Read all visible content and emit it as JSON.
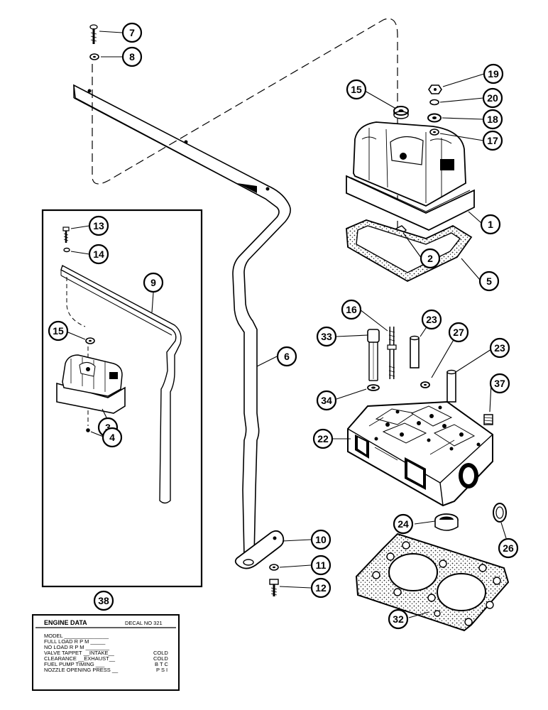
{
  "callouts": [
    {
      "id": "c7",
      "label": "7"
    },
    {
      "id": "c8",
      "label": "8"
    },
    {
      "id": "c19",
      "label": "19"
    },
    {
      "id": "c20",
      "label": "20"
    },
    {
      "id": "c15a",
      "label": "15"
    },
    {
      "id": "c18",
      "label": "18"
    },
    {
      "id": "c17",
      "label": "17"
    },
    {
      "id": "c1",
      "label": "1"
    },
    {
      "id": "c2",
      "label": "2"
    },
    {
      "id": "c5",
      "label": "5"
    },
    {
      "id": "c13",
      "label": "13"
    },
    {
      "id": "c14",
      "label": "14"
    },
    {
      "id": "c9",
      "label": "9"
    },
    {
      "id": "c15b",
      "label": "15"
    },
    {
      "id": "c3",
      "label": "3"
    },
    {
      "id": "c4",
      "label": "4"
    },
    {
      "id": "c6",
      "label": "6"
    },
    {
      "id": "c16",
      "label": "16"
    },
    {
      "id": "c23a",
      "label": "23"
    },
    {
      "id": "c33",
      "label": "33"
    },
    {
      "id": "c27",
      "label": "27"
    },
    {
      "id": "c23b",
      "label": "23"
    },
    {
      "id": "c37",
      "label": "37"
    },
    {
      "id": "c34",
      "label": "34"
    },
    {
      "id": "c22",
      "label": "22"
    },
    {
      "id": "c24",
      "label": "24"
    },
    {
      "id": "c26",
      "label": "26"
    },
    {
      "id": "c10",
      "label": "10"
    },
    {
      "id": "c11",
      "label": "11"
    },
    {
      "id": "c12",
      "label": "12"
    },
    {
      "id": "c32",
      "label": "32"
    },
    {
      "id": "c38",
      "label": "38"
    }
  ],
  "decal": {
    "title": "ENGINE DATA",
    "decal_no": "DECAL NO   321",
    "rows": [
      {
        "label": "MODEL _______________",
        "value": ""
      },
      {
        "label": "FULL LOAD R P M _____",
        "value": ""
      },
      {
        "label": "NO LOAD R P M ________",
        "value": ""
      },
      {
        "label": "VALVE TAPPET __INTAKE__",
        "value": "COLD"
      },
      {
        "label": "CLEARANCE __EXHAUST__",
        "value": "COLD"
      },
      {
        "label": "FUEL PUMP TIMING ___",
        "value": "B T C"
      },
      {
        "label": "NOZZLE OPENING PRESS __",
        "value": "P S I"
      }
    ]
  }
}
